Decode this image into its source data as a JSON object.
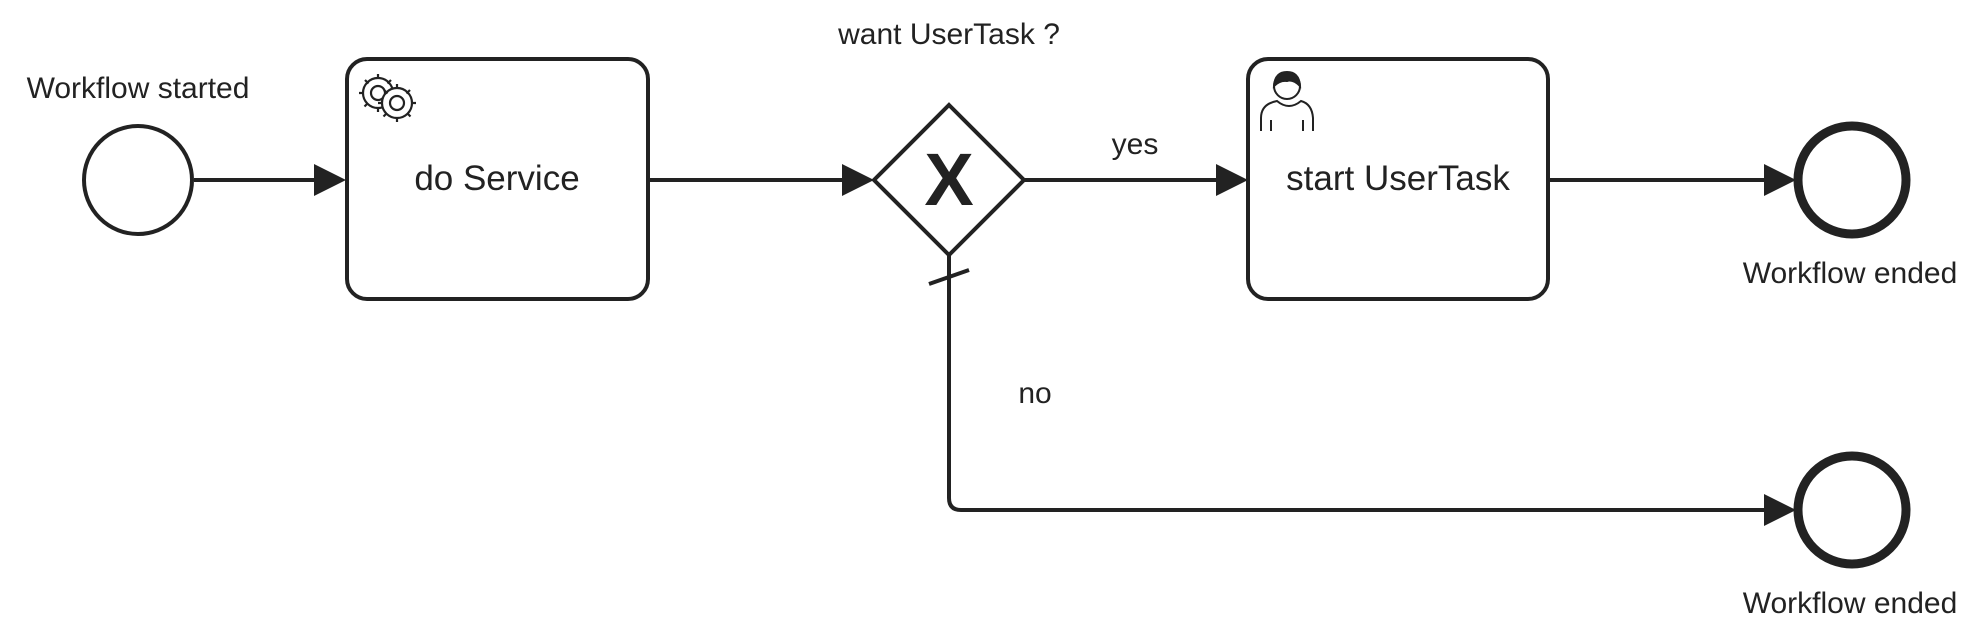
{
  "diagram": {
    "start_event": {
      "label": "Workflow started"
    },
    "service_task": {
      "label": "do Service",
      "icon": "gear-icon"
    },
    "gateway": {
      "label": "want UserTask ?",
      "marker": "X",
      "type": "exclusive"
    },
    "user_task": {
      "label": "start UserTask",
      "icon": "user-icon"
    },
    "flows": {
      "yes": "yes",
      "no": "no"
    },
    "end_event_top": {
      "label": "Workflow ended"
    },
    "end_event_bottom": {
      "label": "Workflow ended"
    }
  },
  "colors": {
    "stroke": "#222222",
    "background": "#ffffff"
  }
}
